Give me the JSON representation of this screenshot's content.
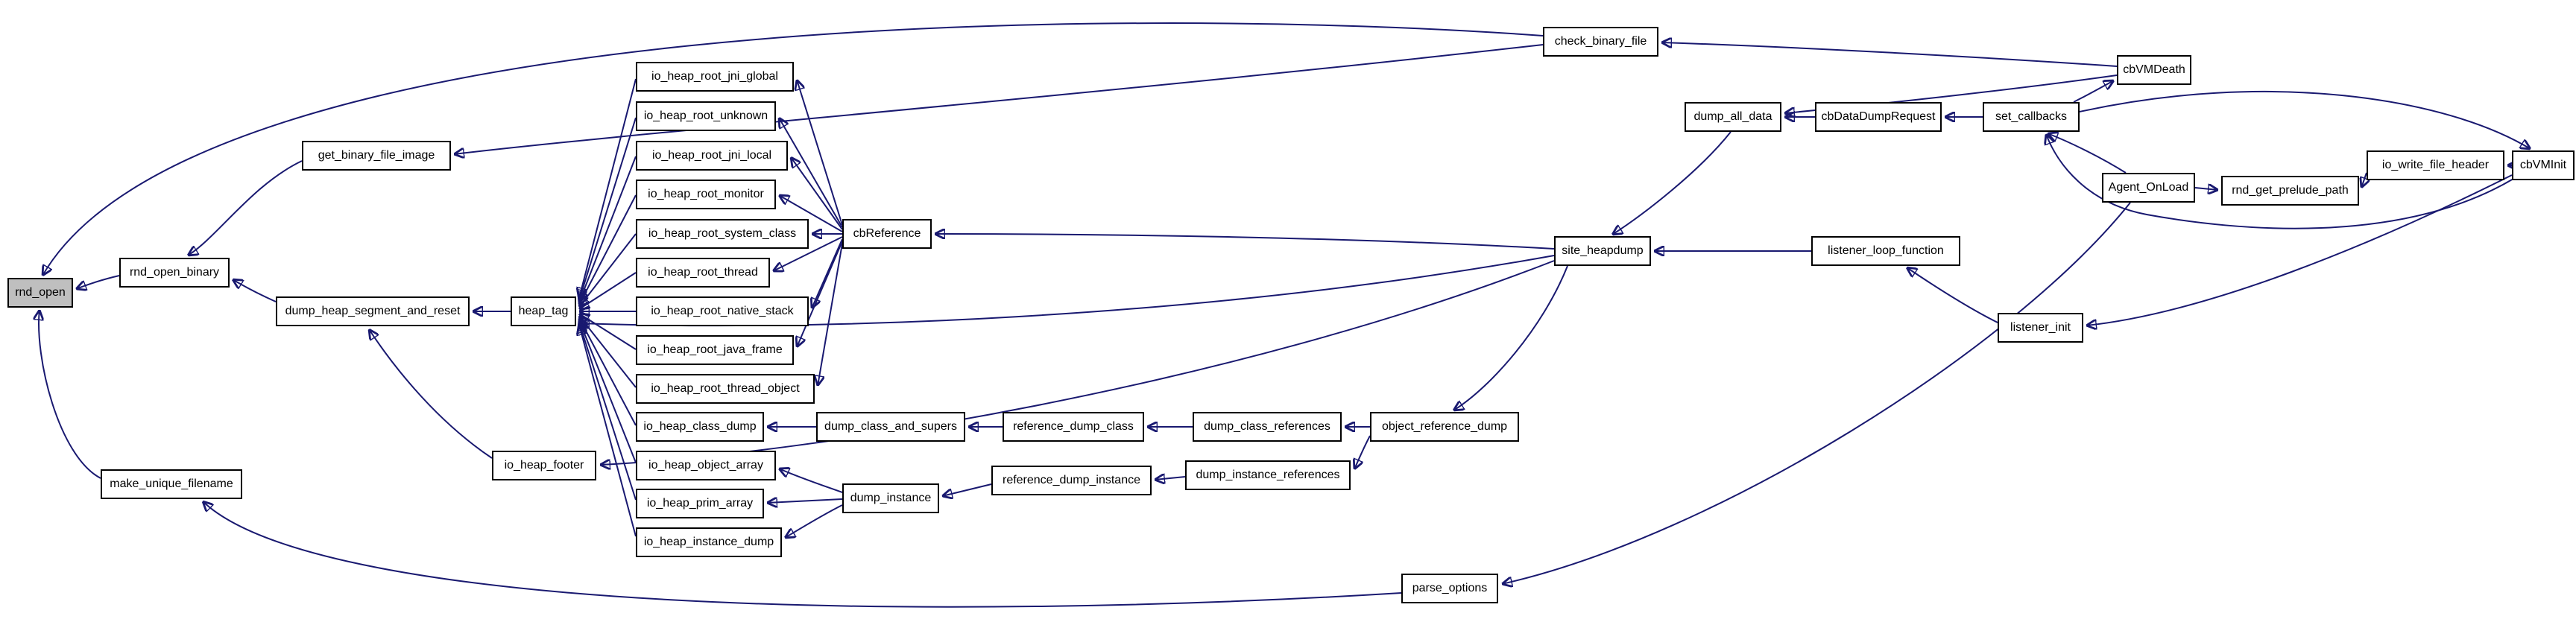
{
  "graph": {
    "type": "caller-graph",
    "highlighted_node": "rnd_open",
    "colors": {
      "edge": "#191970",
      "node_border": "#000000",
      "node_fill": "#ffffff",
      "highlight_fill": "#bfbfbf",
      "background": "#ffffff"
    }
  },
  "nodes": {
    "rnd_open": {
      "label": "rnd_open"
    },
    "rnd_open_binary": {
      "label": "rnd_open_binary"
    },
    "get_binary_file_image": {
      "label": "get_binary_file_image"
    },
    "dump_heap_segment_and_reset": {
      "label": "dump_heap_segment_and_reset"
    },
    "make_unique_filename": {
      "label": "make_unique_filename"
    },
    "heap_tag": {
      "label": "heap_tag"
    },
    "io_heap_root_jni_global": {
      "label": "io_heap_root_jni_global"
    },
    "io_heap_root_unknown": {
      "label": "io_heap_root_unknown"
    },
    "io_heap_root_jni_local": {
      "label": "io_heap_root_jni_local"
    },
    "io_heap_root_monitor": {
      "label": "io_heap_root_monitor"
    },
    "io_heap_root_system_class": {
      "label": "io_heap_root_system_class"
    },
    "io_heap_root_thread": {
      "label": "io_heap_root_thread"
    },
    "io_heap_root_native_stack": {
      "label": "io_heap_root_native_stack"
    },
    "io_heap_root_java_frame": {
      "label": "io_heap_root_java_frame"
    },
    "io_heap_root_thread_object": {
      "label": "io_heap_root_thread_object"
    },
    "io_heap_class_dump": {
      "label": "io_heap_class_dump"
    },
    "io_heap_object_array": {
      "label": "io_heap_object_array"
    },
    "io_heap_prim_array": {
      "label": "io_heap_prim_array"
    },
    "io_heap_instance_dump": {
      "label": "io_heap_instance_dump"
    },
    "io_heap_footer": {
      "label": "io_heap_footer"
    },
    "cbReference": {
      "label": "cbReference"
    },
    "dump_class_and_supers": {
      "label": "dump_class_and_supers"
    },
    "dump_instance": {
      "label": "dump_instance"
    },
    "reference_dump_class": {
      "label": "reference_dump_class"
    },
    "reference_dump_instance": {
      "label": "reference_dump_instance"
    },
    "dump_class_references": {
      "label": "dump_class_references"
    },
    "dump_instance_references": {
      "label": "dump_instance_references"
    },
    "object_reference_dump": {
      "label": "object_reference_dump"
    },
    "site_heapdump": {
      "label": "site_heapdump"
    },
    "check_binary_file": {
      "label": "check_binary_file"
    },
    "dump_all_data": {
      "label": "dump_all_data"
    },
    "cbDataDumpRequest": {
      "label": "cbDataDumpRequest"
    },
    "set_callbacks": {
      "label": "set_callbacks"
    },
    "cbVMDeath": {
      "label": "cbVMDeath"
    },
    "Agent_OnLoad": {
      "label": "Agent_OnLoad"
    },
    "rnd_get_prelude_path": {
      "label": "rnd_get_prelude_path"
    },
    "io_write_file_header": {
      "label": "io_write_file_header"
    },
    "cbVMInit": {
      "label": "cbVMInit"
    },
    "listener_loop_function": {
      "label": "listener_loop_function"
    },
    "listener_init": {
      "label": "listener_init"
    },
    "parse_options": {
      "label": "parse_options"
    }
  },
  "edges": [
    {
      "from": "rnd_open_binary",
      "to": "rnd_open"
    },
    {
      "from": "check_binary_file",
      "to": "rnd_open"
    },
    {
      "from": "make_unique_filename",
      "to": "rnd_open"
    },
    {
      "from": "get_binary_file_image",
      "to": "rnd_open_binary"
    },
    {
      "from": "dump_heap_segment_and_reset",
      "to": "rnd_open_binary"
    },
    {
      "from": "check_binary_file",
      "to": "get_binary_file_image"
    },
    {
      "from": "heap_tag",
      "to": "dump_heap_segment_and_reset"
    },
    {
      "from": "io_heap_footer",
      "to": "dump_heap_segment_and_reset"
    },
    {
      "from": "io_heap_root_jni_global",
      "to": "heap_tag"
    },
    {
      "from": "io_heap_root_unknown",
      "to": "heap_tag"
    },
    {
      "from": "io_heap_root_jni_local",
      "to": "heap_tag"
    },
    {
      "from": "io_heap_root_monitor",
      "to": "heap_tag"
    },
    {
      "from": "io_heap_root_system_class",
      "to": "heap_tag"
    },
    {
      "from": "io_heap_root_thread",
      "to": "heap_tag"
    },
    {
      "from": "io_heap_root_native_stack",
      "to": "heap_tag"
    },
    {
      "from": "io_heap_root_java_frame",
      "to": "heap_tag"
    },
    {
      "from": "io_heap_root_thread_object",
      "to": "heap_tag"
    },
    {
      "from": "io_heap_class_dump",
      "to": "heap_tag"
    },
    {
      "from": "io_heap_object_array",
      "to": "heap_tag"
    },
    {
      "from": "io_heap_prim_array",
      "to": "heap_tag"
    },
    {
      "from": "io_heap_instance_dump",
      "to": "heap_tag"
    },
    {
      "from": "cbReference",
      "to": "io_heap_root_jni_global"
    },
    {
      "from": "cbReference",
      "to": "io_heap_root_unknown"
    },
    {
      "from": "cbReference",
      "to": "io_heap_root_jni_local"
    },
    {
      "from": "cbReference",
      "to": "io_heap_root_monitor"
    },
    {
      "from": "cbReference",
      "to": "io_heap_root_system_class"
    },
    {
      "from": "cbReference",
      "to": "io_heap_root_thread"
    },
    {
      "from": "cbReference",
      "to": "io_heap_root_native_stack"
    },
    {
      "from": "cbReference",
      "to": "io_heap_root_java_frame"
    },
    {
      "from": "cbReference",
      "to": "io_heap_root_thread_object"
    },
    {
      "from": "site_heapdump",
      "to": "cbReference"
    },
    {
      "from": "dump_class_and_supers",
      "to": "io_heap_class_dump"
    },
    {
      "from": "reference_dump_class",
      "to": "dump_class_and_supers"
    },
    {
      "from": "dump_class_references",
      "to": "reference_dump_class"
    },
    {
      "from": "object_reference_dump",
      "to": "dump_class_references"
    },
    {
      "from": "object_reference_dump",
      "to": "dump_instance_references"
    },
    {
      "from": "dump_instance_references",
      "to": "reference_dump_instance"
    },
    {
      "from": "reference_dump_instance",
      "to": "dump_instance"
    },
    {
      "from": "dump_instance",
      "to": "io_heap_object_array"
    },
    {
      "from": "dump_instance",
      "to": "io_heap_prim_array"
    },
    {
      "from": "dump_instance",
      "to": "io_heap_instance_dump"
    },
    {
      "from": "site_heapdump",
      "to": "object_reference_dump"
    },
    {
      "from": "site_heapdump",
      "to": "io_heap_footer"
    },
    {
      "from": "site_heapdump",
      "to": "heap_tag"
    },
    {
      "from": "dump_all_data",
      "to": "site_heapdump"
    },
    {
      "from": "cbDataDumpRequest",
      "to": "dump_all_data"
    },
    {
      "from": "cbVMDeath",
      "to": "dump_all_data"
    },
    {
      "from": "cbVMDeath",
      "to": "check_binary_file"
    },
    {
      "from": "set_callbacks",
      "to": "cbDataDumpRequest"
    },
    {
      "from": "Agent_OnLoad",
      "to": "set_callbacks"
    },
    {
      "from": "set_callbacks",
      "to": "cbVMDeath"
    },
    {
      "from": "set_callbacks",
      "to": "cbVMInit"
    },
    {
      "from": "cbVMInit",
      "to": "set_callbacks"
    },
    {
      "from": "cbVMInit",
      "to": "io_write_file_header"
    },
    {
      "from": "io_write_file_header",
      "to": "rnd_get_prelude_path"
    },
    {
      "from": "Agent_OnLoad",
      "to": "rnd_get_prelude_path"
    },
    {
      "from": "listener_loop_function",
      "to": "site_heapdump"
    },
    {
      "from": "listener_init",
      "to": "listener_loop_function"
    },
    {
      "from": "cbVMInit",
      "to": "listener_init"
    },
    {
      "from": "Agent_OnLoad",
      "to": "parse_options"
    },
    {
      "from": "parse_options",
      "to": "make_unique_filename"
    }
  ]
}
